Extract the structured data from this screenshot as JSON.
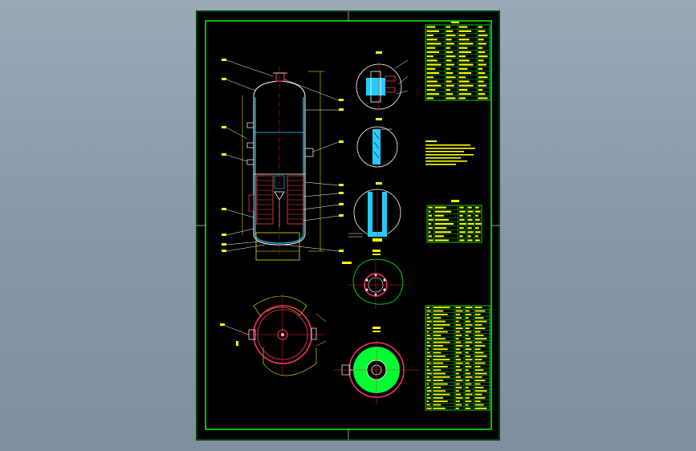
{
  "drawing": {
    "colors": {
      "background": "#000000",
      "border": "#00ff00",
      "vessel": "#ff3366",
      "outline": "#ffffff",
      "liquid": "#22ccff",
      "dimension": "#ffff00",
      "centerline": "#ff2222",
      "tube_fill": "#00ff33",
      "tube_bundle": "#ff4444",
      "table_text": "#ffff00",
      "table_line": "#00ff00"
    },
    "views": [
      "main-elevation",
      "detail-a",
      "detail-b",
      "detail-c",
      "section-plan-1",
      "section-plan-2",
      "top-plan"
    ]
  }
}
